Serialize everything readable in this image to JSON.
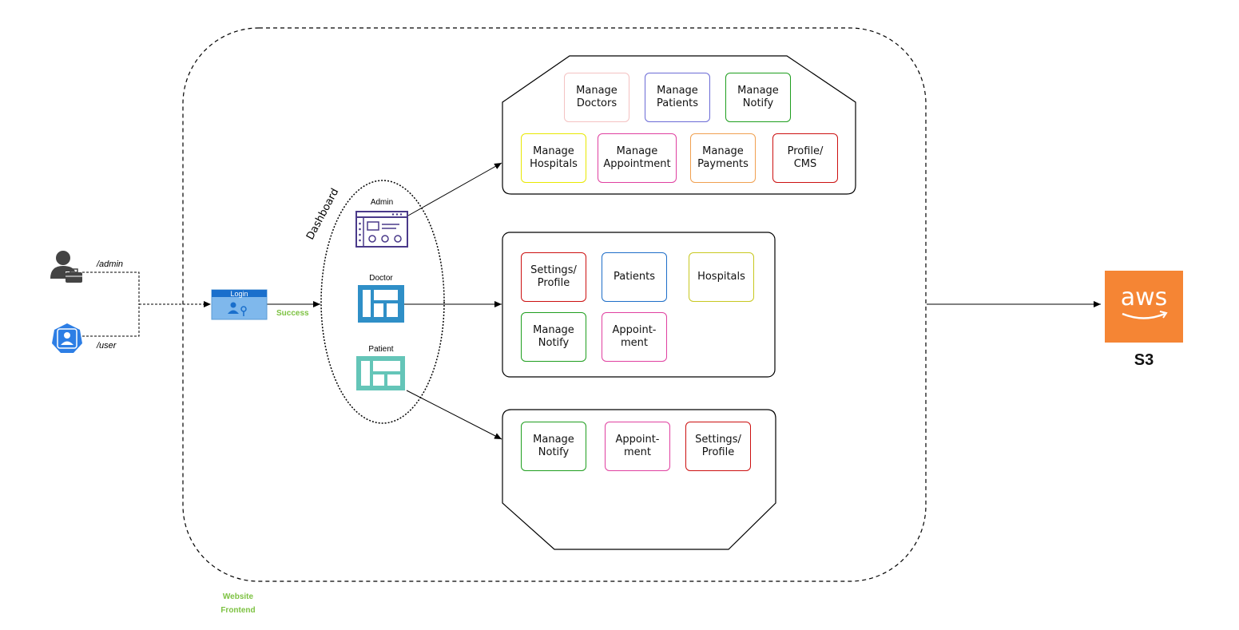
{
  "actors": {
    "admin_route": "/admin",
    "user_route": "/user"
  },
  "login": {
    "title": "Login",
    "success": "Success"
  },
  "dashboard": {
    "label": "Dashboard",
    "roles": [
      "Admin",
      "Doctor",
      "Patient"
    ]
  },
  "admin_panel": {
    "modules": [
      {
        "label": "Manage\nDoctors",
        "color": "#f4c2c2"
      },
      {
        "label": "Manage\nPatients",
        "color": "#6b6bd6"
      },
      {
        "label": "Manage\nNotify",
        "color": "#1e9e1e"
      },
      {
        "label": "Manage\nHospitals",
        "color": "#e8e800"
      },
      {
        "label": "Manage\nAppointment",
        "color": "#e040a0"
      },
      {
        "label": "Manage\nPayments",
        "color": "#f0a050"
      },
      {
        "label": "Profile/\nCMS",
        "color": "#cc1010"
      }
    ]
  },
  "doctor_panel": {
    "modules": [
      {
        "label": "Settings/\nProfile",
        "color": "#cc1010"
      },
      {
        "label": "Patients",
        "color": "#1e6ec8"
      },
      {
        "label": "Hospitals",
        "color": "#c8c820"
      },
      {
        "label": "Manage\nNotify",
        "color": "#1e9e1e"
      },
      {
        "label": "Appoint-\nment",
        "color": "#e040a0"
      }
    ]
  },
  "patient_panel": {
    "modules": [
      {
        "label": "Manage\nNotify",
        "color": "#1e9e1e"
      },
      {
        "label": "Appoint-\nment",
        "color": "#e040a0"
      },
      {
        "label": "Settings/\nProfile",
        "color": "#cc1010"
      }
    ]
  },
  "frontend": {
    "label": "Website\nFrontend"
  },
  "aws": {
    "logo_text": "aws",
    "service": "S3",
    "color": "#f58534"
  }
}
